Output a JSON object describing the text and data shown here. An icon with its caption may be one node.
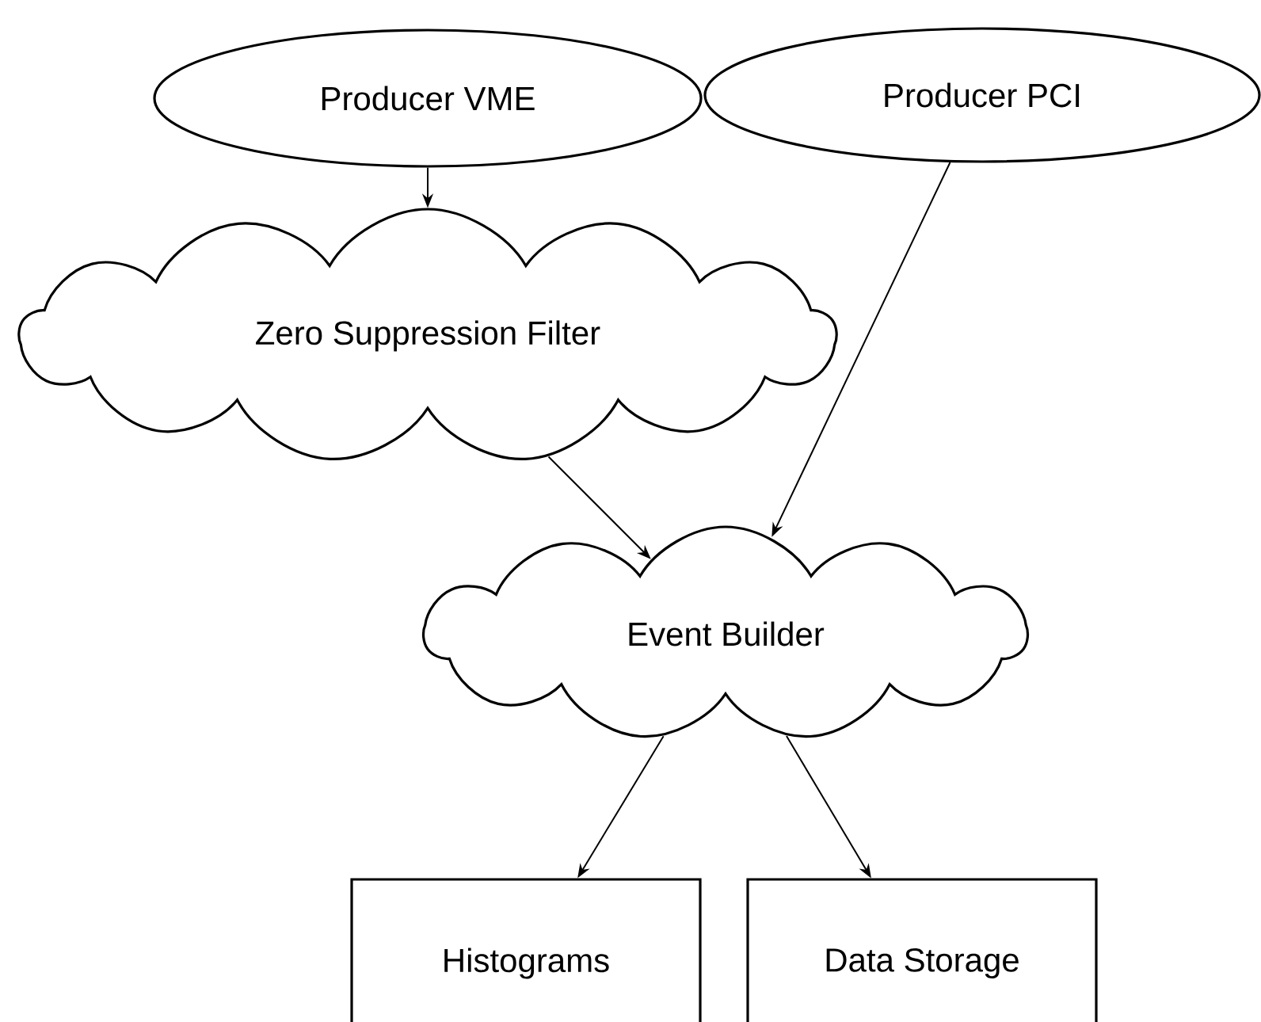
{
  "diagram": {
    "nodes": [
      {
        "text": [
          "Producer VME"
        ]
      },
      {
        "text": [
          "Producer PCI"
        ]
      },
      {
        "text": [
          "Zero Suppression Filter"
        ]
      },
      {
        "text": [
          "Event Builder"
        ]
      },
      {
        "text": [
          "Histograms"
        ]
      },
      {
        "text": [
          "Data Storage"
        ]
      }
    ],
    "edges": [
      {
        "from": 0,
        "to": 2,
        "arrow": "to"
      },
      {
        "from": 2,
        "to": 3,
        "arrow": "to"
      },
      {
        "from": 1,
        "to": 3,
        "arrow": "to"
      },
      {
        "from": 3,
        "to": 4,
        "arrow": "to"
      },
      {
        "from": 3,
        "to": 5,
        "arrow": "to"
      }
    ]
  }
}
